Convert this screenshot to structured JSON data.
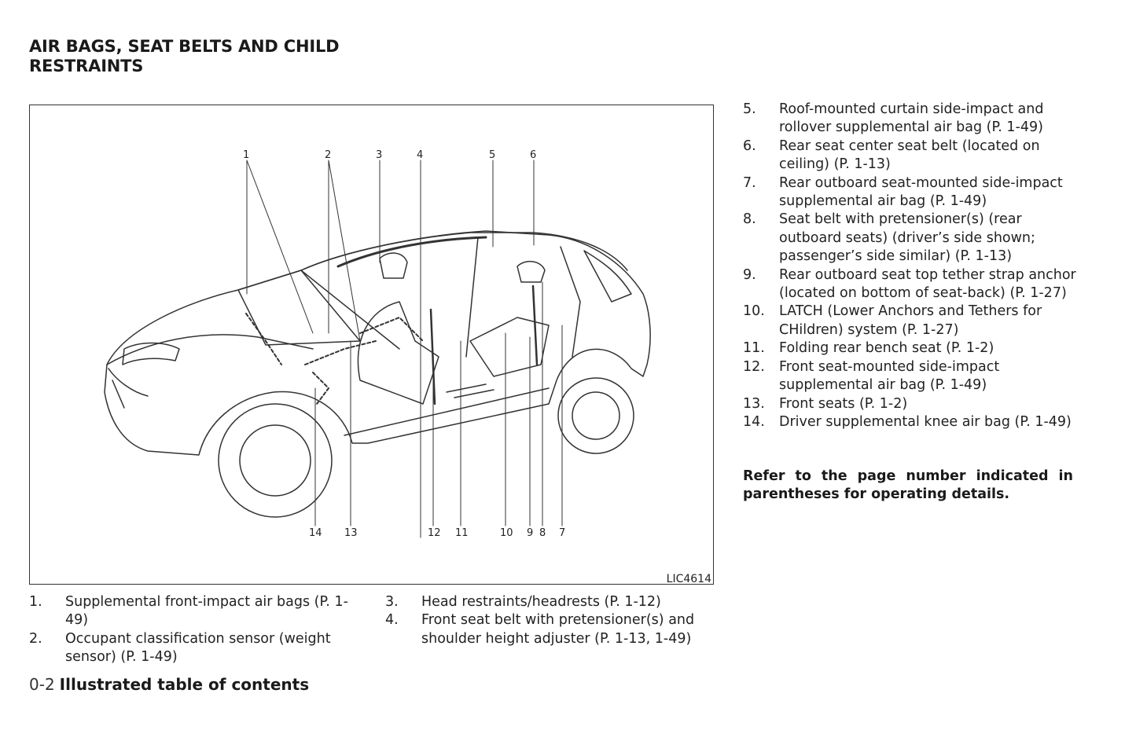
{
  "title_line1": "AIR BAGS, SEAT BELTS AND CHILD",
  "title_line2": "RESTRAINTS",
  "figure": {
    "code": "LIC4614",
    "callouts_top": [
      "1",
      "2",
      "3",
      "4",
      "5",
      "6"
    ],
    "callouts_bottom": [
      "14",
      "13",
      "12",
      "11",
      "10",
      "9",
      "8",
      "7"
    ]
  },
  "items": [
    {
      "num": "1.",
      "text": "Supplemental front-impact air bags (P. 1-49)"
    },
    {
      "num": "2.",
      "text": "Occupant classification sensor (weight sensor) (P. 1-49)"
    },
    {
      "num": "3.",
      "text": "Head restraints/headrests (P. 1-12)"
    },
    {
      "num": "4.",
      "text": "Front seat belt with pretensioner(s) and shoulder height adjuster (P. 1-13, 1-49)"
    },
    {
      "num": "5.",
      "text": "Roof-mounted curtain side-impact and rollover supplemental air bag (P. 1-49)"
    },
    {
      "num": "6.",
      "text": "Rear seat center seat belt (located on ceiling) (P. 1-13)"
    },
    {
      "num": "7.",
      "text": "Rear outboard seat-mounted side-impact supplemental air bag (P. 1-49)"
    },
    {
      "num": "8.",
      "text": "Seat belt with pretensioner(s) (rear outboard seats) (driver’s side shown; passenger’s side similar) (P. 1-13)"
    },
    {
      "num": "9.",
      "text": "Rear outboard seat top tether strap anchor (located on bottom of seat-back) (P. 1-27)"
    },
    {
      "num": "10.",
      "text": "LATCH (Lower Anchors and Tethers for CHildren) system (P. 1-27)"
    },
    {
      "num": "11.",
      "text": "Folding rear bench seat (P. 1-2)"
    },
    {
      "num": "12.",
      "text": "Front seat-mounted side-impact supplemental air bag (P. 1-49)"
    },
    {
      "num": "13.",
      "text": "Front seats (P. 1-2)"
    },
    {
      "num": "14.",
      "text": "Driver supplemental knee air bag (P. 1-49)"
    }
  ],
  "note": "Refer to the page number indicated in parentheses for operating details.",
  "footer": {
    "page": "0-2",
    "section": "Illustrated table of contents"
  }
}
